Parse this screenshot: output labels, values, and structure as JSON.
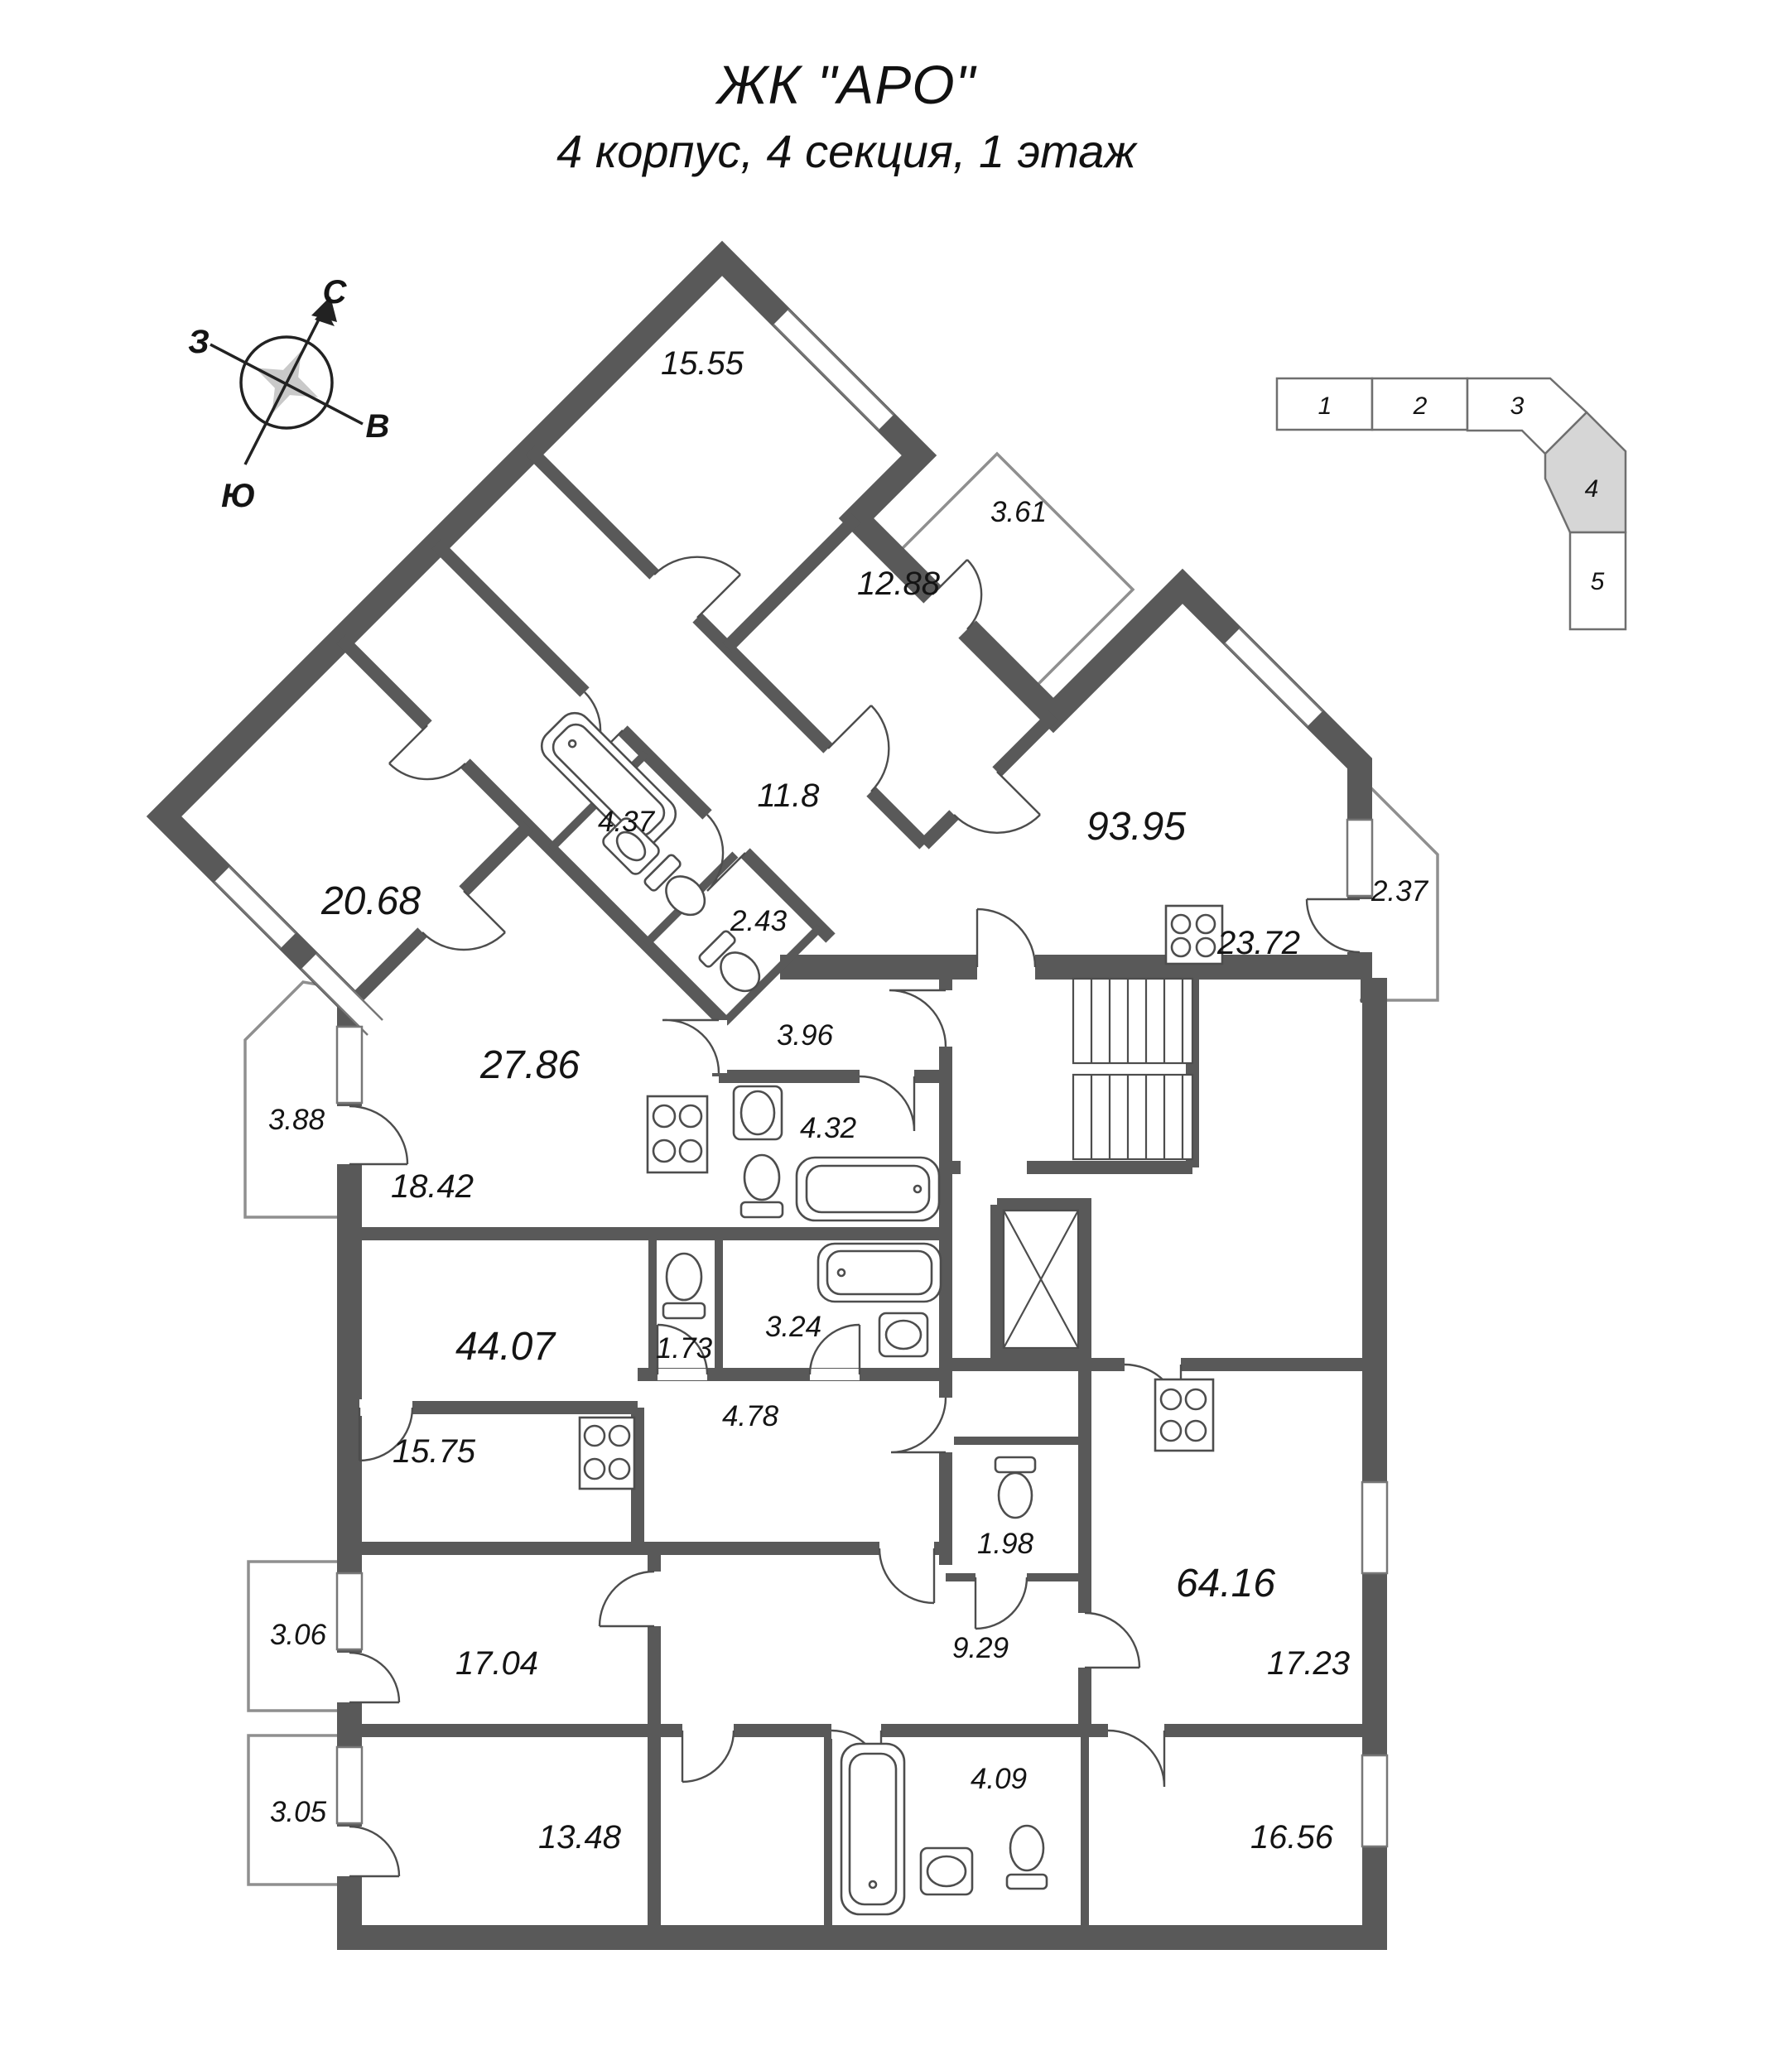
{
  "header": {
    "title": "ЖК \"АРО\"",
    "subtitle": "4 корпус, 4 секция, 1 этаж"
  },
  "compass": {
    "north": "С",
    "west": "З",
    "east": "В",
    "south": "Ю"
  },
  "section_key": {
    "items": [
      {
        "label": "1",
        "highlighted": false
      },
      {
        "label": "2",
        "highlighted": false
      },
      {
        "label": "3",
        "highlighted": false
      },
      {
        "label": "4",
        "highlighted": true
      },
      {
        "label": "5",
        "highlighted": false
      }
    ],
    "highlight_color": "#d6d6d6"
  },
  "colors": {
    "wall": "#595959",
    "thin_line": "#4d4d4d",
    "balcony_line": "#8f8f8f",
    "window_frame": "#777777",
    "section_highlight": "#d6d6d6",
    "text": "#141414"
  },
  "plan": {
    "rooms": [
      {
        "id": "room-15-55",
        "area": "15.55"
      },
      {
        "id": "room-12-88",
        "area": "12.88"
      },
      {
        "id": "balcony-3-61",
        "area": "3.61"
      },
      {
        "id": "hall-11-8",
        "area": "11.8"
      },
      {
        "id": "bath-4-37",
        "area": "4.37"
      },
      {
        "id": "wc-2-43",
        "area": "2.43"
      },
      {
        "id": "room-20-68",
        "area": "20.68"
      },
      {
        "id": "apartment-93-95",
        "area": "93.95"
      },
      {
        "id": "balcony-2-37",
        "area": "2.37"
      },
      {
        "id": "kitchen-23-72",
        "area": "23.72"
      },
      {
        "id": "apartment-27-86",
        "area": "27.86"
      },
      {
        "id": "hall-3-96",
        "area": "3.96"
      },
      {
        "id": "balcony-3-88",
        "area": "3.88"
      },
      {
        "id": "bath-4-32",
        "area": "4.32"
      },
      {
        "id": "room-18-42",
        "area": "18.42"
      },
      {
        "id": "apartment-44-07",
        "area": "44.07"
      },
      {
        "id": "wc-1-73",
        "area": "1.73"
      },
      {
        "id": "bath-3-24",
        "area": "3.24"
      },
      {
        "id": "room-15-75",
        "area": "15.75"
      },
      {
        "id": "hall-4-78",
        "area": "4.78"
      },
      {
        "id": "balcony-3-06",
        "area": "3.06"
      },
      {
        "id": "room-17-04",
        "area": "17.04"
      },
      {
        "id": "wc-1-98",
        "area": "1.98"
      },
      {
        "id": "apartment-64-16",
        "area": "64.16"
      },
      {
        "id": "hall-9-29",
        "area": "9.29"
      },
      {
        "id": "room-17-23",
        "area": "17.23"
      },
      {
        "id": "balcony-3-05",
        "area": "3.05"
      },
      {
        "id": "room-13-48",
        "area": "13.48"
      },
      {
        "id": "bath-4-09",
        "area": "4.09"
      },
      {
        "id": "room-16-56",
        "area": "16.56"
      }
    ]
  }
}
